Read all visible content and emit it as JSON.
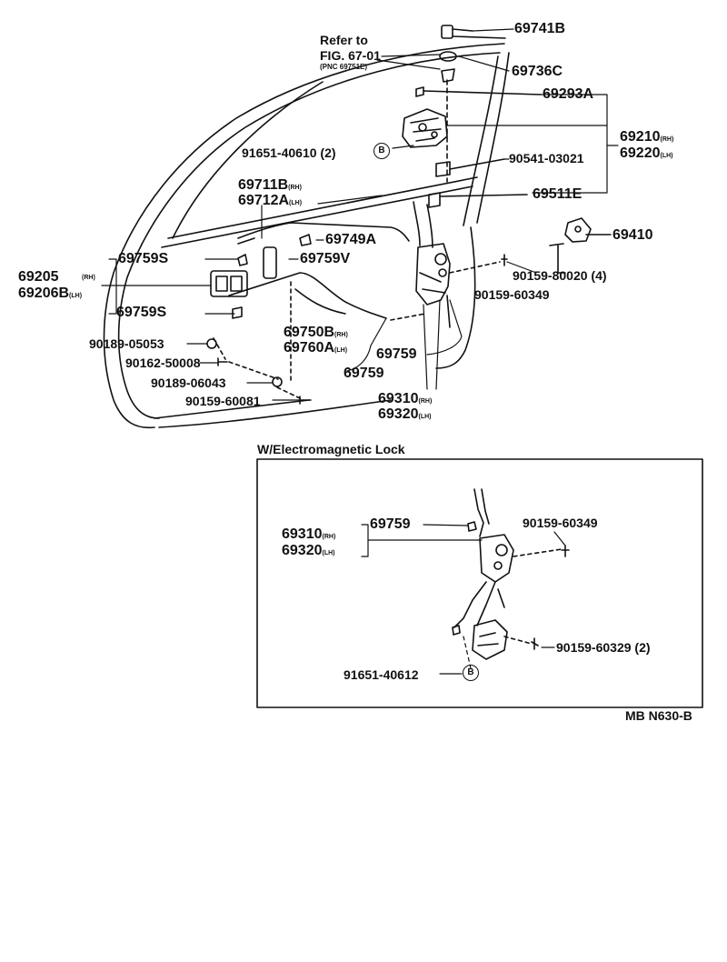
{
  "refer": {
    "line1": "Refer to",
    "line2": "FIG. 67-01",
    "line3": "(PNC 69751E)"
  },
  "marker_letter": "B",
  "rh": "(RH)",
  "lh": "(LH)",
  "main_parts": {
    "p69741B": "69741B",
    "p69736C": "69736C",
    "p69293A": "69293A",
    "p69210": "69210",
    "p69220": "69220",
    "p91651_40610": "91651-40610",
    "p91651_40610_qty": "(2)",
    "p90541_03021": "90541-03021",
    "p69711B": "69711B",
    "p69712A": "69712A",
    "p69511E": "69511E",
    "p69410": "69410",
    "p69749A": "69749A",
    "p69759S_top": "69759S",
    "p69759V": "69759V",
    "p69205": "69205",
    "p69206B": "69206B",
    "p90159_80020": "90159-80020",
    "p90159_80020_qty": "(4)",
    "p90159_60349": "90159-60349",
    "p69759S_bottom": "69759S",
    "p69750B": "69750B",
    "p69760A": "69760A",
    "p90189_05053": "90189-05053",
    "p69759_a": "69759",
    "p90162_50008": "90162-50008",
    "p69759_b": "69759",
    "p90189_06043": "90189-06043",
    "p69310": "69310",
    "p69320": "69320",
    "p90159_60081": "90159-60081"
  },
  "inset": {
    "title": "W/Electromagnetic Lock",
    "p69310": "69310",
    "p69320": "69320",
    "p69759": "69759",
    "p90159_60349": "90159-60349",
    "p90159_60329": "90159-60329",
    "p90159_60329_qty": "(2)",
    "p91651_40612": "91651-40612"
  },
  "code": "MB N630-B"
}
